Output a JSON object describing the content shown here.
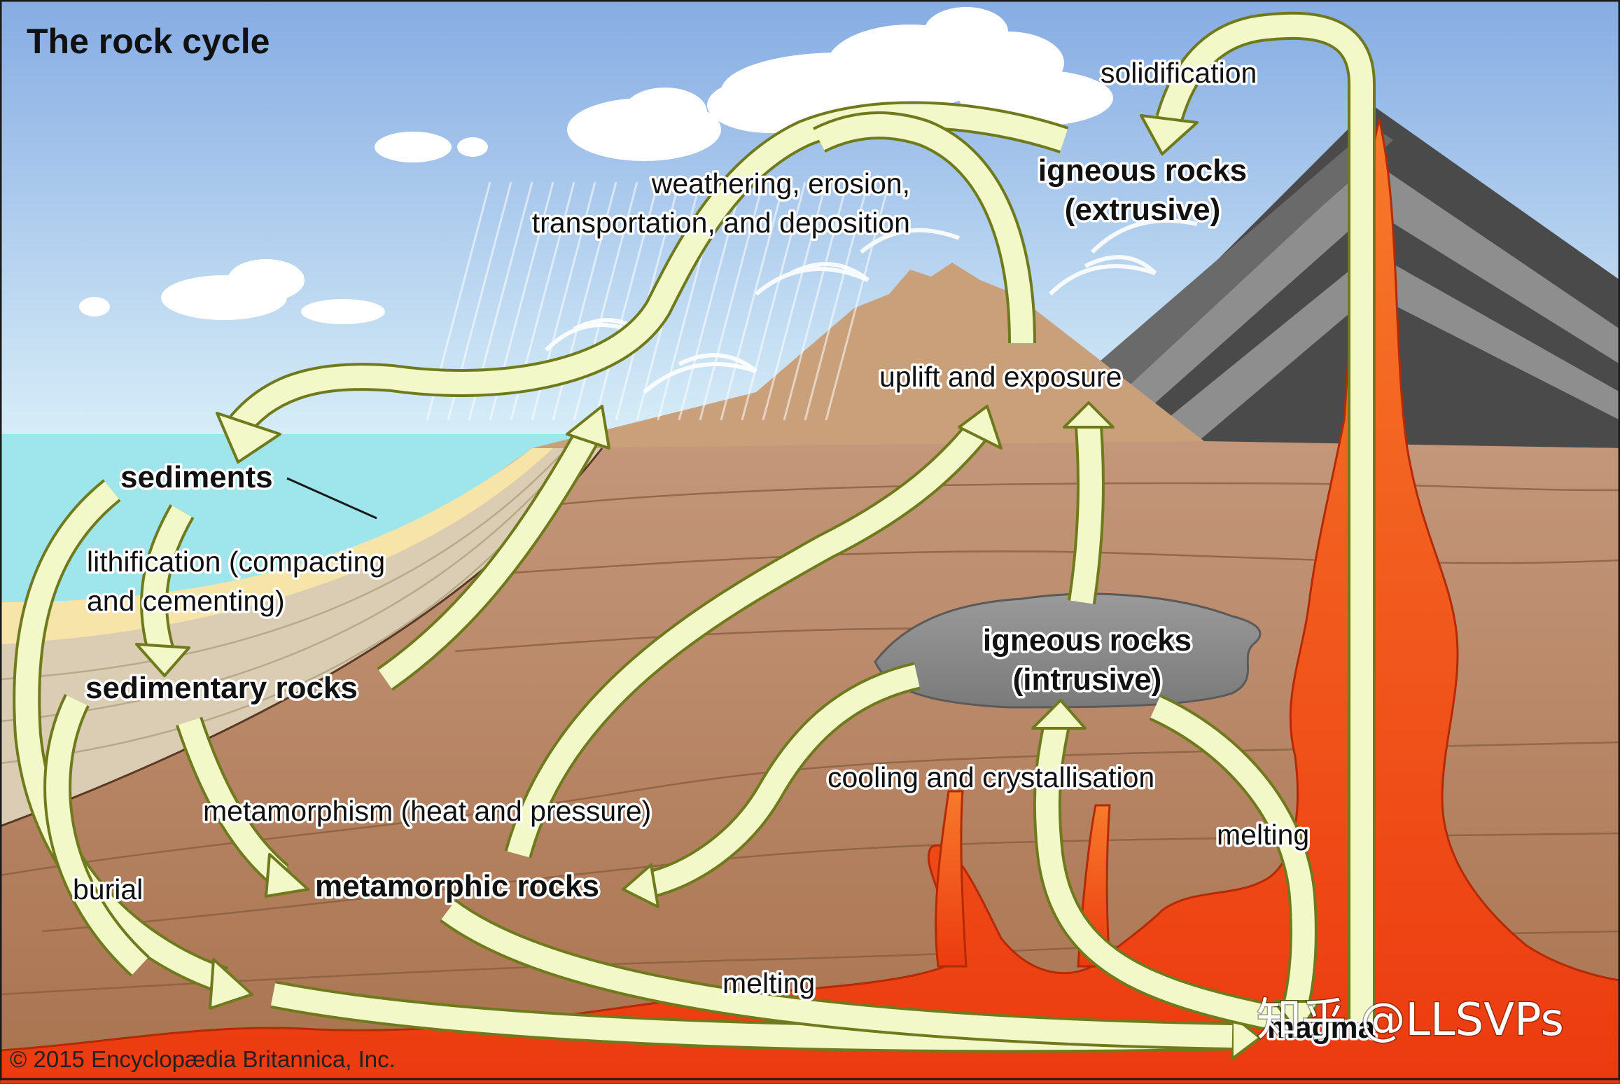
{
  "title": "The rock cycle",
  "labels": {
    "solidification": "solidification",
    "igneous_extrusive_1": "igneous rocks",
    "igneous_extrusive_2": "(extrusive)",
    "weathering_1": "weathering, erosion,",
    "weathering_2": "transportation, and deposition",
    "uplift": "uplift and exposure",
    "sediments": "sediments",
    "lithification_1": "lithification (compacting",
    "lithification_2": "and cementing)",
    "sedimentary_rocks": "sedimentary rocks",
    "igneous_intrusive_1": "igneous rocks",
    "igneous_intrusive_2": "(intrusive)",
    "cooling": "cooling and crystallisation",
    "melting_right": "melting",
    "metamorphism": "metamorphism (heat and pressure)",
    "metamorphic_rocks": "metamorphic rocks",
    "burial": "burial",
    "melting_bottom": "melting",
    "magma": "magma"
  },
  "copyright": "© 2015 Encyclopædia Britannica, Inc.",
  "watermark": "知乎 @LLSVPs",
  "colors": {
    "sky_top": "#8fb6e8",
    "sky_bottom": "#d6ecf7",
    "sea": "#8ee0e8",
    "sand": "#f6e3a6",
    "sediment_layers": "#d9ccb2",
    "crust": "#b98a65",
    "mountain": "#caa07a",
    "volcano_dark": "#4a4a4a",
    "volcano_light": "#9a9a9a",
    "magma": "#f04a12",
    "arrow_fill": "#f2f8c8",
    "arrow_outline": "#6f7a1d",
    "intrusion": "#8c8c8c"
  }
}
